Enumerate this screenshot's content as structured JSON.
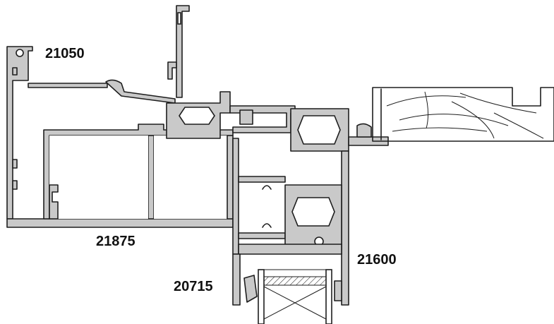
{
  "labels": {
    "profile_top_left": "21050",
    "profile_bottom_left": "21875",
    "profile_right": "21600",
    "profile_glazing": "20715"
  },
  "colors": {
    "profile_fill": "#c9c9c9",
    "stroke": "#1e1e1e",
    "background": "#ffffff"
  }
}
